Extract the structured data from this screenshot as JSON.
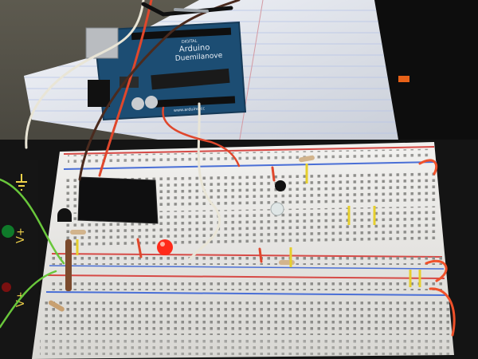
{
  "photo": {
    "arduino": {
      "line1": "Arduino",
      "line2": "Duemilanove",
      "small": "DIGITAL",
      "web": "www.arduino.cc"
    },
    "platform_labels": {
      "vin_upper": "V+",
      "vin_lower": "V+"
    },
    "breadboard_color": "#ececec",
    "rail_red": "#d64a46",
    "rail_blue": "#4a6fd6",
    "wire_colors": {
      "red": "#e0472c",
      "green": "#69c73b",
      "white": "#e9e5d6",
      "brown": "#4a2a1e",
      "orange": "#f0512a"
    },
    "led_color": "#ff2a1a",
    "icons": [
      "arduino-board",
      "relay",
      "red-led",
      "photoresistor",
      "ground-symbol"
    ]
  }
}
